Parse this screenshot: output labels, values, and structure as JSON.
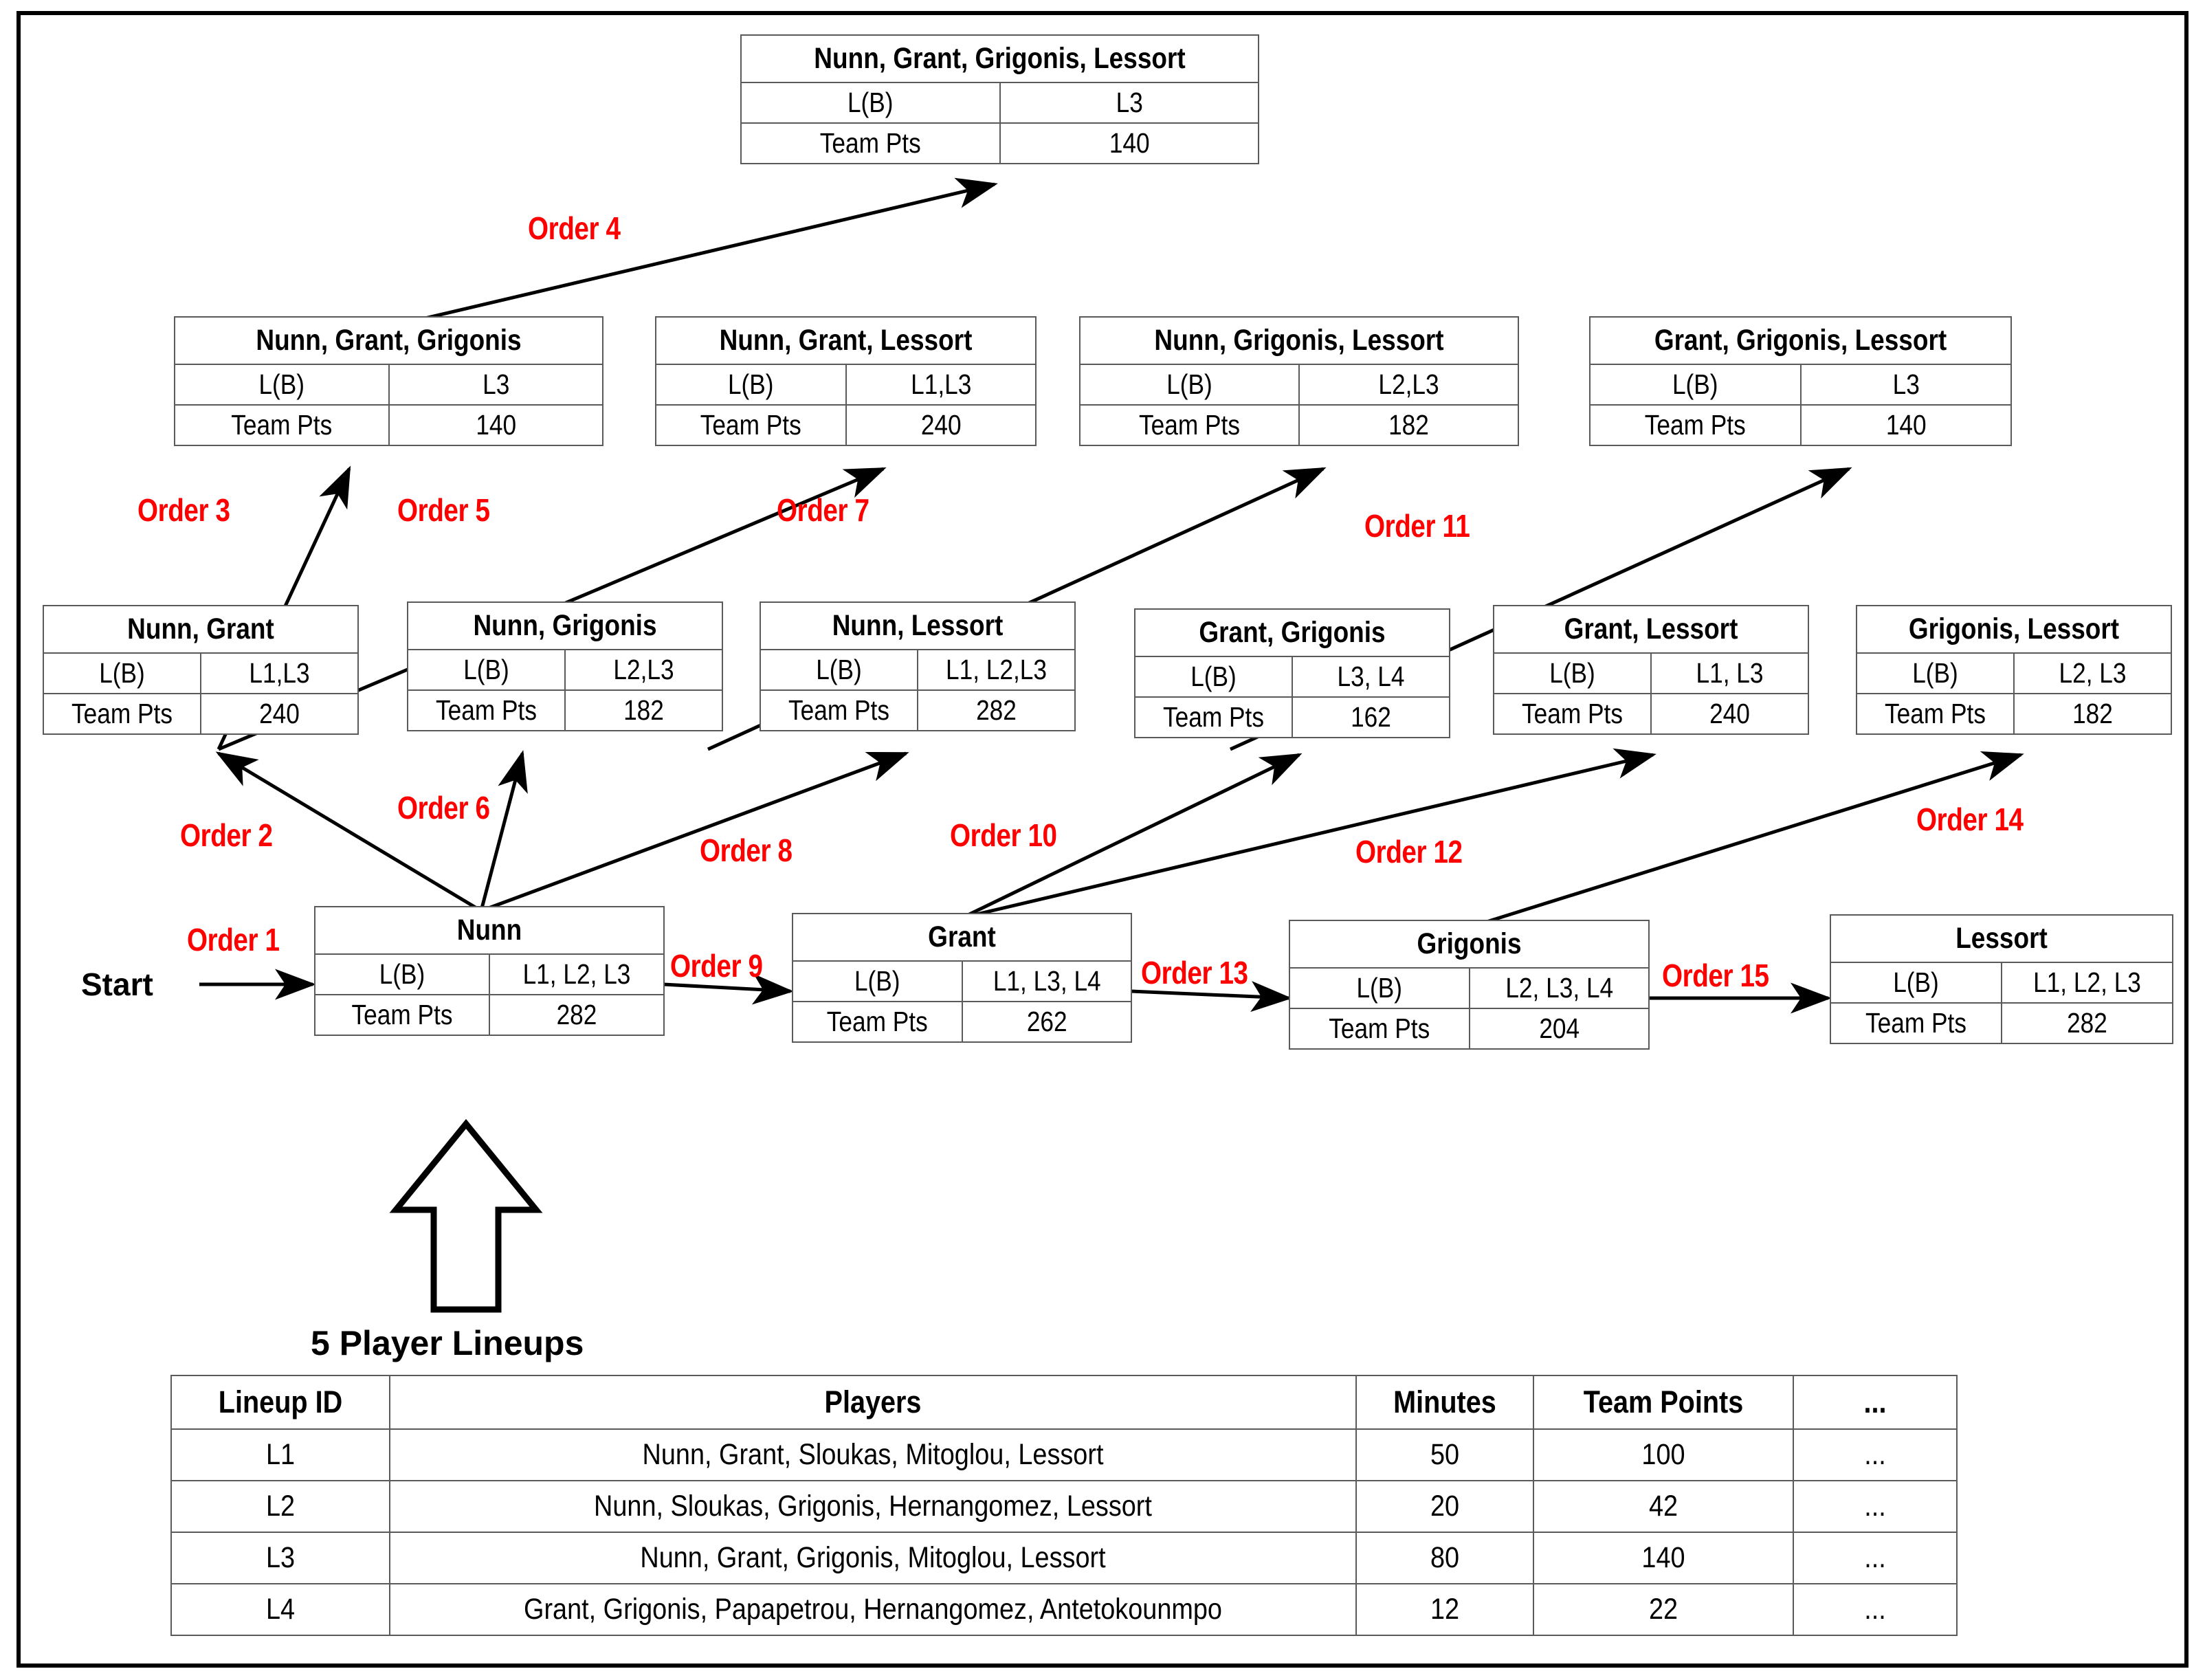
{
  "labels": {
    "start": "Start",
    "five_player_lineups": "5 Player Lineups",
    "row_label_lb": "L(B)",
    "row_label_pts": "Team Pts"
  },
  "nodes": [
    {
      "id": "n-nggl",
      "title": "Nunn, Grant, Grigonis, Lessort",
      "lb_label": "L(B)",
      "lb_value": "L3",
      "pts_label": "Team Pts",
      "pts_value": "140"
    },
    {
      "id": "n-ngg",
      "title": "Nunn, Grant, Grigonis",
      "lb_label": "L(B)",
      "lb_value": "L3",
      "pts_label": "Team Pts",
      "pts_value": "140"
    },
    {
      "id": "n-ngl",
      "title": "Nunn, Grant, Lessort",
      "lb_label": "L(B)",
      "lb_value": "L1,L3",
      "pts_label": "Team Pts",
      "pts_value": "240"
    },
    {
      "id": "n-nrl",
      "title": "Nunn, Grigonis, Lessort",
      "lb_label": "L(B)",
      "lb_value": "L2,L3",
      "pts_label": "Team Pts",
      "pts_value": "182"
    },
    {
      "id": "n-grl",
      "title": "Grant, Grigonis, Lessort",
      "lb_label": "L(B)",
      "lb_value": "L3",
      "pts_label": "Team Pts",
      "pts_value": "140"
    },
    {
      "id": "n-ng",
      "title": "Nunn, Grant",
      "lb_label": "L(B)",
      "lb_value": "L1,L3",
      "pts_label": "Team Pts",
      "pts_value": "240"
    },
    {
      "id": "n-nr",
      "title": "Nunn,  Grigonis",
      "lb_label": "L(B)",
      "lb_value": "L2,L3",
      "pts_label": "Team Pts",
      "pts_value": "182"
    },
    {
      "id": "n-nl",
      "title": "Nunn, Lessort",
      "lb_label": "L(B)",
      "lb_value": "L1, L2,L3",
      "pts_label": "Team Pts",
      "pts_value": "282"
    },
    {
      "id": "n-gr",
      "title": "Grant, Grigonis",
      "lb_label": "L(B)",
      "lb_value": "L3, L4",
      "pts_label": "Team Pts",
      "pts_value": "162"
    },
    {
      "id": "n-gl",
      "title": "Grant, Lessort",
      "lb_label": "L(B)",
      "lb_value": "L1, L3",
      "pts_label": "Team Pts",
      "pts_value": "240"
    },
    {
      "id": "n-rl",
      "title": "Grigonis, Lessort",
      "lb_label": "L(B)",
      "lb_value": "L2, L3",
      "pts_label": "Team Pts",
      "pts_value": "182"
    },
    {
      "id": "n-n",
      "title": "Nunn",
      "lb_label": "L(B)",
      "lb_value": "L1, L2, L3",
      "pts_label": "Team Pts",
      "pts_value": "282"
    },
    {
      "id": "n-g",
      "title": "Grant",
      "lb_label": "L(B)",
      "lb_value": "L1, L3, L4",
      "pts_label": "Team Pts",
      "pts_value": "262"
    },
    {
      "id": "n-r",
      "title": "Grigonis",
      "lb_label": "L(B)",
      "lb_value": "L2, L3, L4",
      "pts_label": "Team Pts",
      "pts_value": "204"
    },
    {
      "id": "n-l",
      "title": "Lessort",
      "lb_label": "L(B)",
      "lb_value": "L1, L2, L3",
      "pts_label": "Team Pts",
      "pts_value": "282"
    }
  ],
  "orders": [
    {
      "id": "o1",
      "text": "Order 1"
    },
    {
      "id": "o2",
      "text": "Order 2"
    },
    {
      "id": "o3",
      "text": "Order 3"
    },
    {
      "id": "o4",
      "text": "Order 4"
    },
    {
      "id": "o5",
      "text": "Order 5"
    },
    {
      "id": "o6",
      "text": "Order 6"
    },
    {
      "id": "o7",
      "text": "Order 7"
    },
    {
      "id": "o8",
      "text": "Order 8"
    },
    {
      "id": "o9",
      "text": "Order 9"
    },
    {
      "id": "o10",
      "text": "Order 10"
    },
    {
      "id": "o11",
      "text": "Order 11"
    },
    {
      "id": "o12",
      "text": "Order 12"
    },
    {
      "id": "o13",
      "text": "Order 13"
    },
    {
      "id": "o14",
      "text": "Order 14"
    },
    {
      "id": "o15",
      "text": "Order 15"
    }
  ],
  "lineups_table": {
    "headers": [
      "Lineup ID",
      "Players",
      "Minutes",
      "Team Points",
      "..."
    ],
    "rows": [
      {
        "id": "L1",
        "players": "Nunn, Grant, Sloukas,  Mitoglou, Lessort",
        "minutes": "50",
        "team_points": "100",
        "more": "..."
      },
      {
        "id": "L2",
        "players": "Nunn, Sloukas, Grigonis, Hernangomez, Lessort",
        "minutes": "20",
        "team_points": "42",
        "more": "..."
      },
      {
        "id": "L3",
        "players": "Nunn, Grant, Grigonis,  Mitoglou, Lessort",
        "minutes": "80",
        "team_points": "140",
        "more": "..."
      },
      {
        "id": "L4",
        "players": "Grant,  Grigonis, Papapetrou, Hernangomez, Antetokounmpo",
        "minutes": "12",
        "team_points": "22",
        "more": "..."
      }
    ]
  },
  "colors": {
    "order_red": "#FF0000",
    "line": "#000000",
    "cell_border": "#5a5a5a",
    "frame": "#000000"
  }
}
